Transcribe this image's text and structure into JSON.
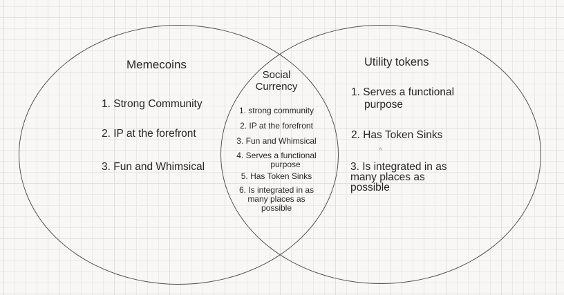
{
  "canvas": {
    "background_color": "#f8f7f6",
    "grid_minor_color": "#ebe9e8",
    "grid_major_color": "#e1dfde",
    "shape_stroke_color": "#515151",
    "text_color": "#262626"
  },
  "venn": {
    "left": {
      "title": "Memecoins",
      "items": [
        "1. Strong Community",
        "2. IP at the forefront",
        "3. Fun and Whimsical"
      ]
    },
    "intersection": {
      "title": "Social Currency",
      "items": [
        {
          "lines": [
            "1. strong community"
          ]
        },
        {
          "lines": [
            "2. IP at the forefront"
          ]
        },
        {
          "lines": [
            "3. Fun and Whimsical"
          ]
        },
        {
          "lines": [
            "4. Serves a functional",
            "purpose"
          ]
        },
        {
          "lines": [
            "5. Has Token Sinks"
          ]
        },
        {
          "lines": [
            "6. Is integrated in as",
            "many places as",
            "possible"
          ]
        }
      ]
    },
    "right": {
      "title": "Utility tokens",
      "items": [
        {
          "lines": [
            "1. Serves a functional",
            "purpose"
          ]
        },
        {
          "lines": [
            "2. Has Token Sinks"
          ]
        },
        {
          "lines": [
            "3. Is integrated in as",
            "many places as",
            "possible"
          ]
        }
      ]
    }
  },
  "artifact": {
    "stray_mark": "^"
  }
}
